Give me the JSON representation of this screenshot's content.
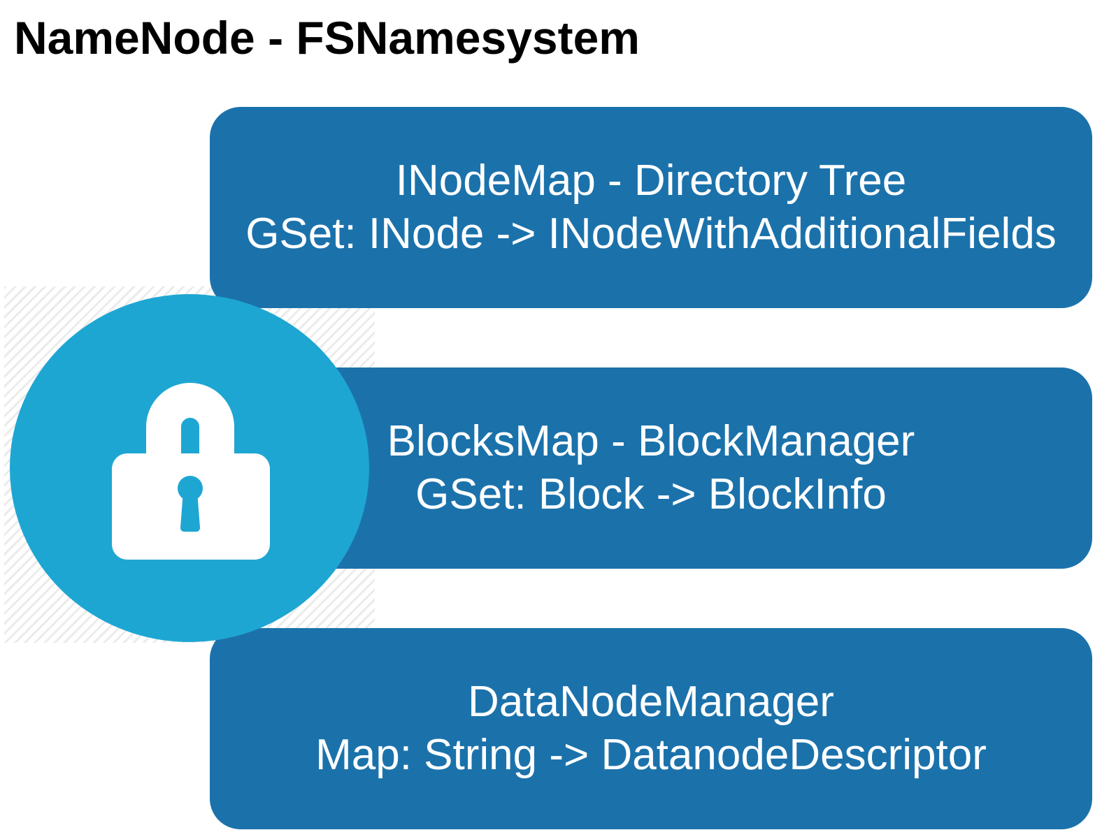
{
  "title": "NameNode - FSNamesystem",
  "colors": {
    "box": "#1b72ab",
    "lock_circle": "#1ea6d3",
    "lock_glyph": "#ffffff",
    "text_on_box": "#ffffff",
    "title": "#000000"
  },
  "lock": {
    "icon": "padlock-icon"
  },
  "boxes": [
    {
      "line1": "INodeMap - Directory Tree",
      "line2": "GSet: INode -> INodeWithAdditionalFields"
    },
    {
      "line1": "BlocksMap - BlockManager",
      "line2": "GSet: Block -> BlockInfo"
    },
    {
      "line1": "DataNodeManager",
      "line2": "Map: String -> DatanodeDescriptor"
    }
  ]
}
